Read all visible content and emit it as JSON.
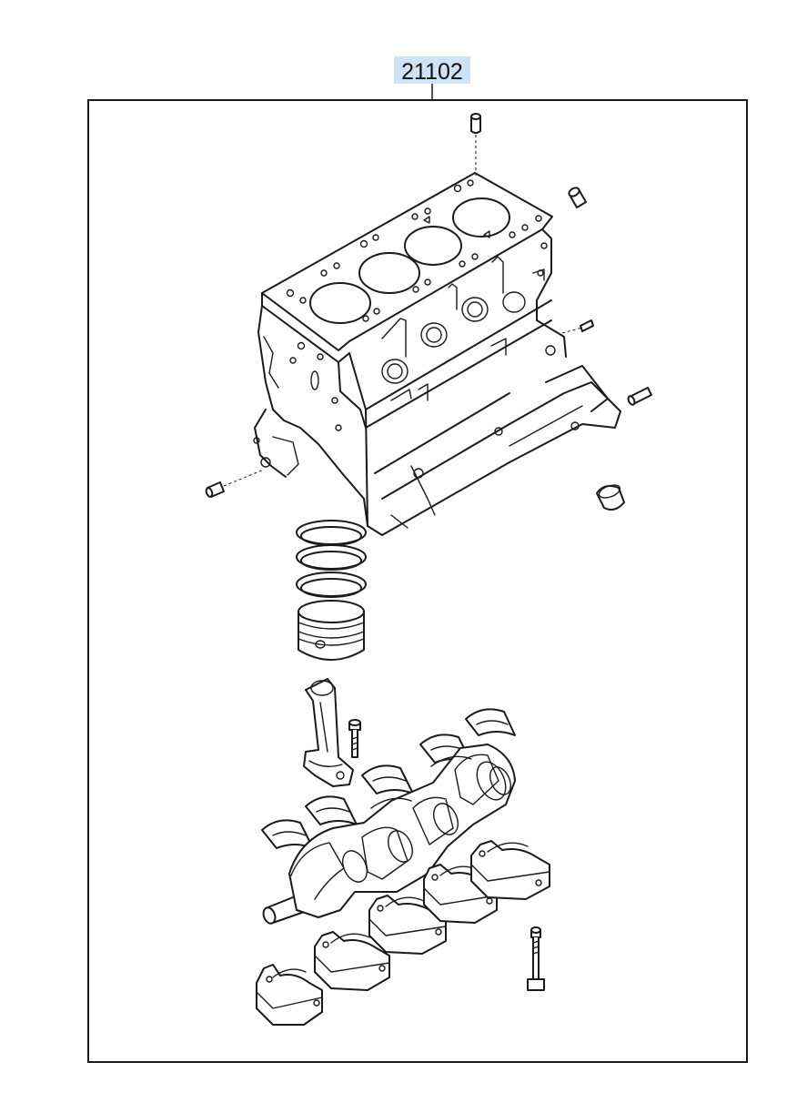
{
  "diagram": {
    "part_number": "21102",
    "callout_color": "#cfe3f6",
    "components": [
      {
        "name": "cylinder-block",
        "icon": "engine-block-icon"
      },
      {
        "name": "piston-with-rings",
        "icon": "piston-icon"
      },
      {
        "name": "connecting-rod",
        "icon": "connecting-rod-icon"
      },
      {
        "name": "crankshaft",
        "icon": "crankshaft-icon"
      },
      {
        "name": "bearing-shells",
        "icon": "bearing-icon"
      },
      {
        "name": "main-bearing-caps",
        "icon": "bearing-cap-icon"
      },
      {
        "name": "bolts",
        "icon": "bolt-icon"
      },
      {
        "name": "dowel-pins",
        "icon": "dowel-icon"
      }
    ]
  }
}
